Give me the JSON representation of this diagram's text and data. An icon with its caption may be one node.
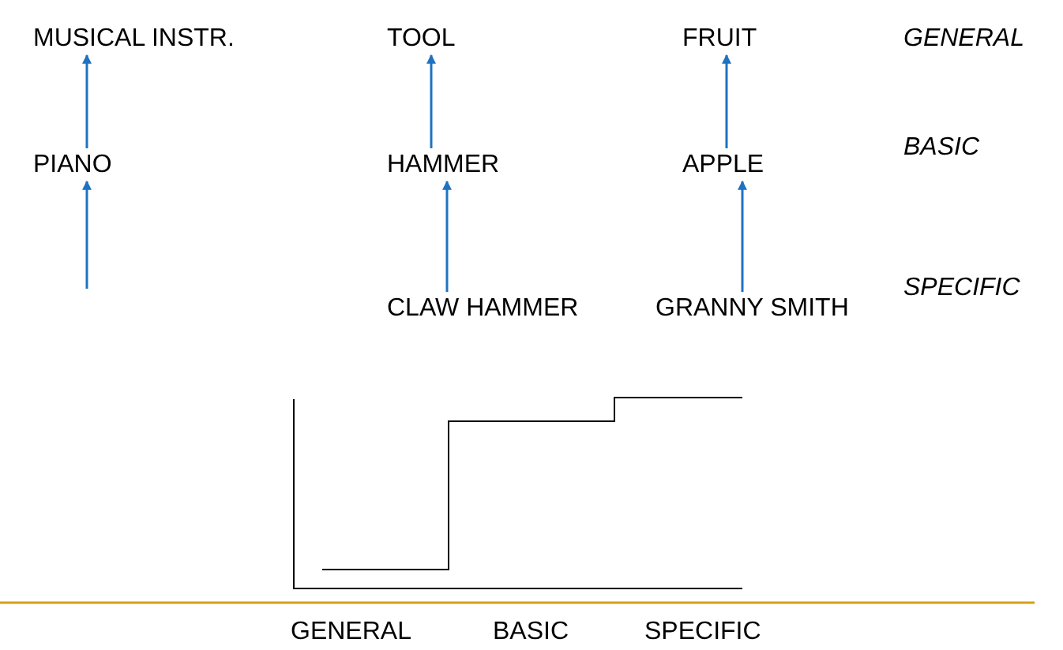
{
  "diagram": {
    "nodes": [
      {
        "text": [
          "MUSICAL INSTR."
        ]
      },
      {
        "text": [
          "TOOL"
        ]
      },
      {
        "text": [
          "FRUIT"
        ]
      },
      {
        "text": [
          "PIANO"
        ]
      },
      {
        "text": [
          "HAMMER"
        ]
      },
      {
        "text": [
          "APPLE"
        ]
      },
      {
        "text": [
          "CLAW HAMMER"
        ]
      },
      {
        "text": [
          "GRANNY SMITH"
        ]
      }
    ],
    "edges": [
      {
        "from": 3,
        "to": 0,
        "arrow": "to"
      },
      {
        "from": 4,
        "to": 1,
        "arrow": "to"
      },
      {
        "from": 5,
        "to": 2,
        "arrow": "to"
      },
      {
        "from": null,
        "to": 3,
        "arrow": "to"
      },
      {
        "from": 6,
        "to": 4,
        "arrow": "to"
      },
      {
        "from": 7,
        "to": 5,
        "arrow": "to"
      }
    ],
    "labels": [
      "GENERAL",
      "BASIC",
      "SPECIFIC",
      "GENERAL",
      "BASIC",
      "SPECIFIC"
    ]
  }
}
